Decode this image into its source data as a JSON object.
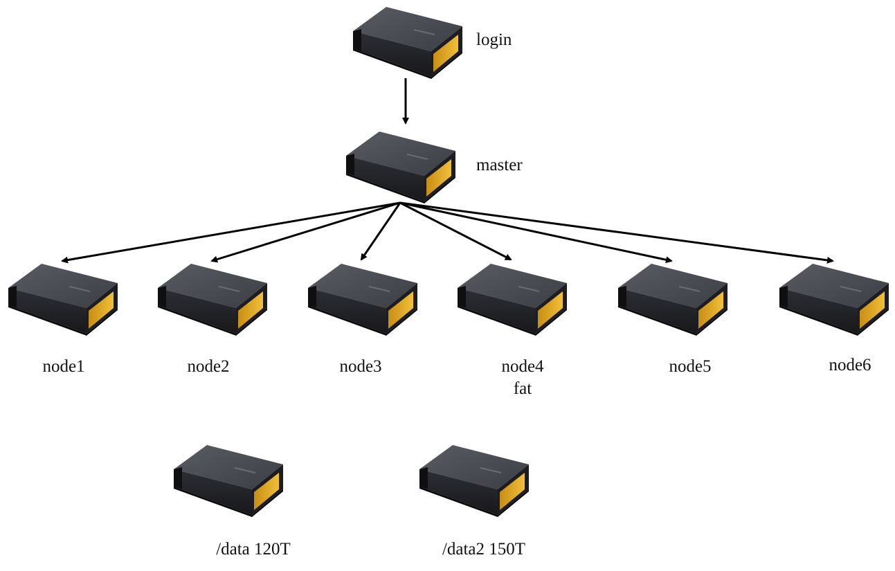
{
  "nodes": {
    "login": {
      "label": "login"
    },
    "master": {
      "label": "master"
    },
    "node1": {
      "label": "node1"
    },
    "node2": {
      "label": "node2"
    },
    "node3": {
      "label": "node3"
    },
    "node4": {
      "label": "node4",
      "sublabel": "fat"
    },
    "node5": {
      "label": "node5"
    },
    "node6": {
      "label": "node6"
    },
    "data1": {
      "label": "/data 120T"
    },
    "data2": {
      "label": "/data2  150T"
    }
  },
  "edges": [
    {
      "from": "login",
      "to": "master"
    },
    {
      "from": "master",
      "to": "node1"
    },
    {
      "from": "master",
      "to": "node2"
    },
    {
      "from": "master",
      "to": "node3"
    },
    {
      "from": "master",
      "to": "node4"
    },
    {
      "from": "master",
      "to": "node5"
    },
    {
      "from": "master",
      "to": "node6"
    }
  ],
  "icon": "server-box-icon",
  "colors": {
    "box_top": "#4b4d55",
    "box_side": "#1a1a1e",
    "box_front": "#2a2b30",
    "accent": "#e0a825",
    "arrow": "#000000"
  }
}
